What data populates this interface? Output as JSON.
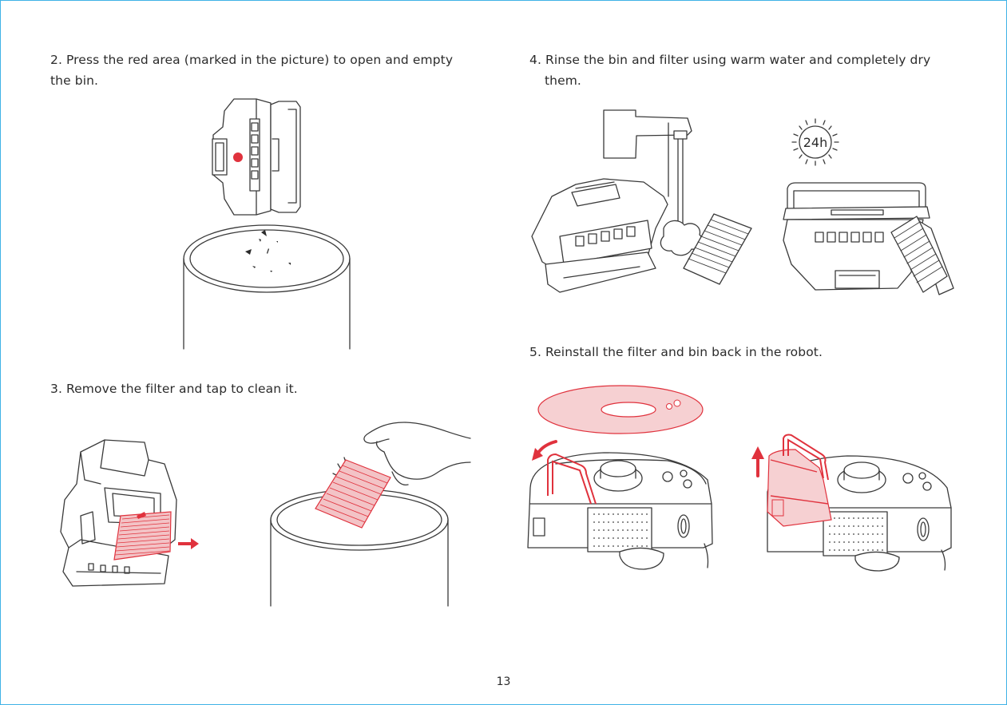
{
  "steps": {
    "s2": {
      "num": "2.",
      "line1": "Press the red area (marked in the picture) to open and empty",
      "line2": "the bin."
    },
    "s3": {
      "num": "3.",
      "text": "Remove the filter and tap to clean it."
    },
    "s4": {
      "num": "4.",
      "line1": "Rinse the bin and filter using warm water and completely dry",
      "line2": "them."
    },
    "s5": {
      "num": "5.",
      "text": "Reinstall the filter and bin back in the robot."
    }
  },
  "drying_label": "24h",
  "page_number": "13",
  "colors": {
    "accent": "#e0323d",
    "accent_light": "#f3c3c6",
    "line": "#3a3a3a",
    "border": "#3fb3e6"
  }
}
